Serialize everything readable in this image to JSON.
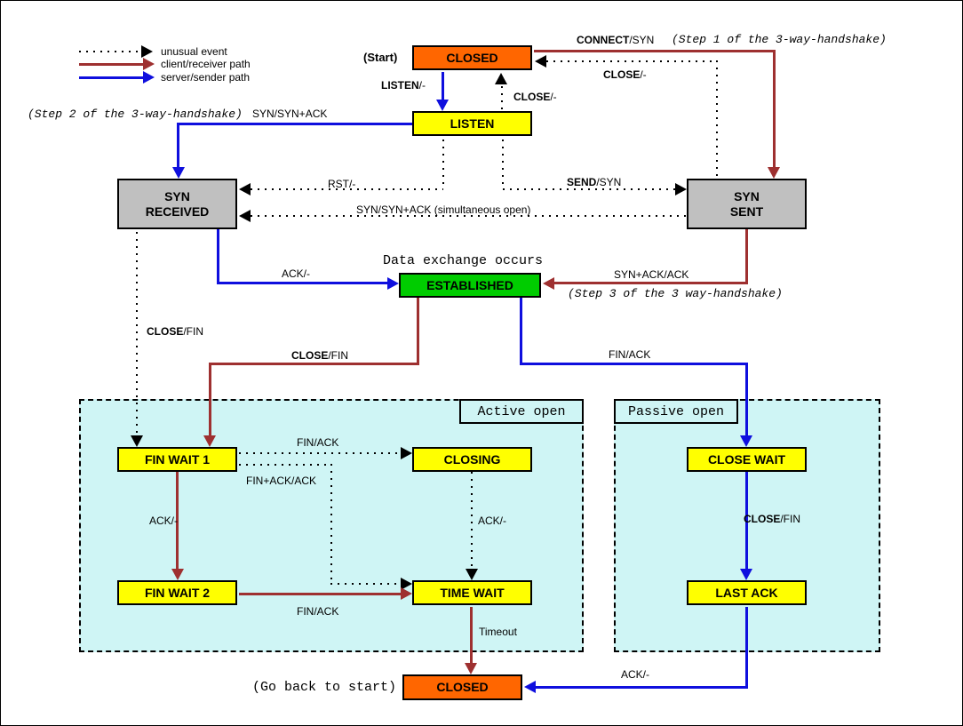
{
  "legend": {
    "unusual": "unusual event",
    "client": "client/receiver path",
    "server": "server/sender path"
  },
  "states": {
    "closed_top": "CLOSED",
    "listen": "LISTEN",
    "syn_received": "SYN RECEIVED",
    "syn_sent": "SYN SENT",
    "established": "ESTABLISHED",
    "fin_wait_1": "FIN WAIT 1",
    "closing": "CLOSING",
    "close_wait": "CLOSE WAIT",
    "fin_wait_2": "FIN WAIT 2",
    "time_wait": "TIME WAIT",
    "last_ack": "LAST ACK",
    "closed_bottom": "CLOSED"
  },
  "regions": {
    "active": "Active open",
    "passive": "Passive open"
  },
  "notes": {
    "start": "(Start)",
    "step1": "(Step 1 of the 3-way-handshake)",
    "step2": "(Step 2 of the 3-way-handshake)",
    "step3": "(Step 3 of the 3 way-handshake)",
    "data_exchange": "Data exchange occurs",
    "timeout": "Timeout",
    "go_back": "(Go back to start)"
  },
  "transitions": {
    "connect_syn": {
      "bold": "CONNECT",
      "rest": "/SYN"
    },
    "listen_dash": {
      "bold": "LISTEN",
      "rest": "/-"
    },
    "close_dash_mid": {
      "bold": "CLOSE",
      "rest": "/-"
    },
    "close_dash_right": {
      "bold": "CLOSE",
      "rest": "/-"
    },
    "syn_synack": "SYN/SYN+ACK",
    "rst_dash": "RST/-",
    "send_syn": {
      "bold": "SEND",
      "rest": "/SYN"
    },
    "simultaneous": "SYN/SYN+ACK (simultaneous open)",
    "ack_dash_established": "ACK/-",
    "synack_ack": "SYN+ACK/ACK",
    "close_fin_unusual": {
      "bold": "CLOSE",
      "rest": "/FIN"
    },
    "close_fin_client": {
      "bold": "CLOSE",
      "rest": "/FIN"
    },
    "fin_ack_server": "FIN/ACK",
    "fin_ack_unusual": "FIN/ACK",
    "finack_ack": "FIN+ACK/ACK",
    "ack_dash_finwait": "ACK/-",
    "ack_dash_closing": "ACK/-",
    "fin_ack_client": "FIN/ACK",
    "close_fin_server": {
      "bold": "CLOSE",
      "rest": "/FIN"
    },
    "ack_dash_lastack": "ACK/-"
  },
  "colors": {
    "unusual_event_path": "#000000",
    "client_receiver_path": "#9E3030",
    "server_sender_path": "#0F0FDE",
    "state_closed": "#FF6600",
    "state_default": "#FFFF00",
    "state_syn": "#C0C0C0",
    "state_established": "#00CC00",
    "region_fill": "#CFF5F5"
  }
}
